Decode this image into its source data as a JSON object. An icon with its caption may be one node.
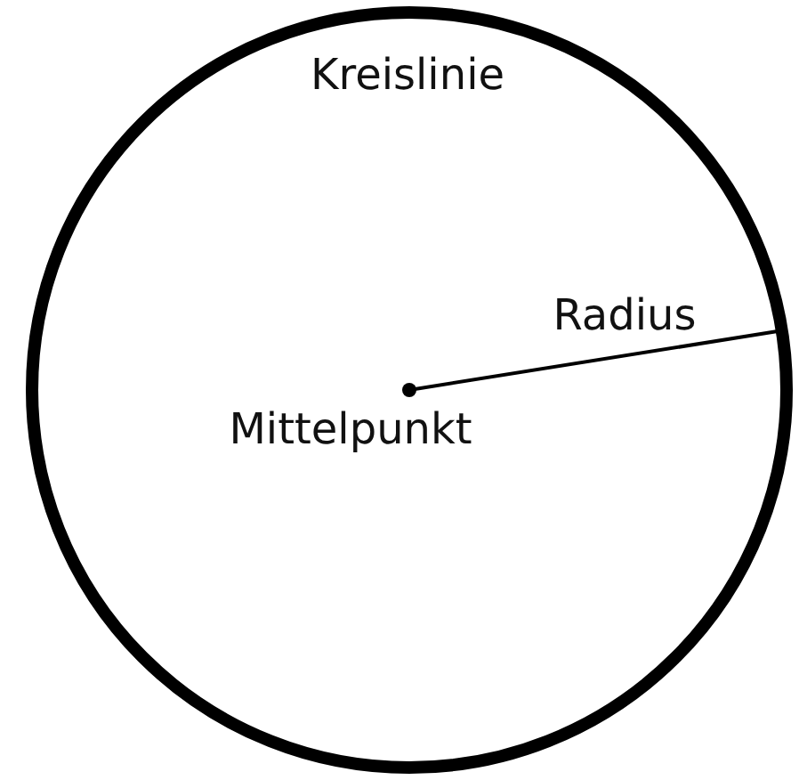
{
  "diagram": {
    "labels": [
      "Kreislinie",
      "Radius",
      "Mittelpunkt"
    ]
  }
}
